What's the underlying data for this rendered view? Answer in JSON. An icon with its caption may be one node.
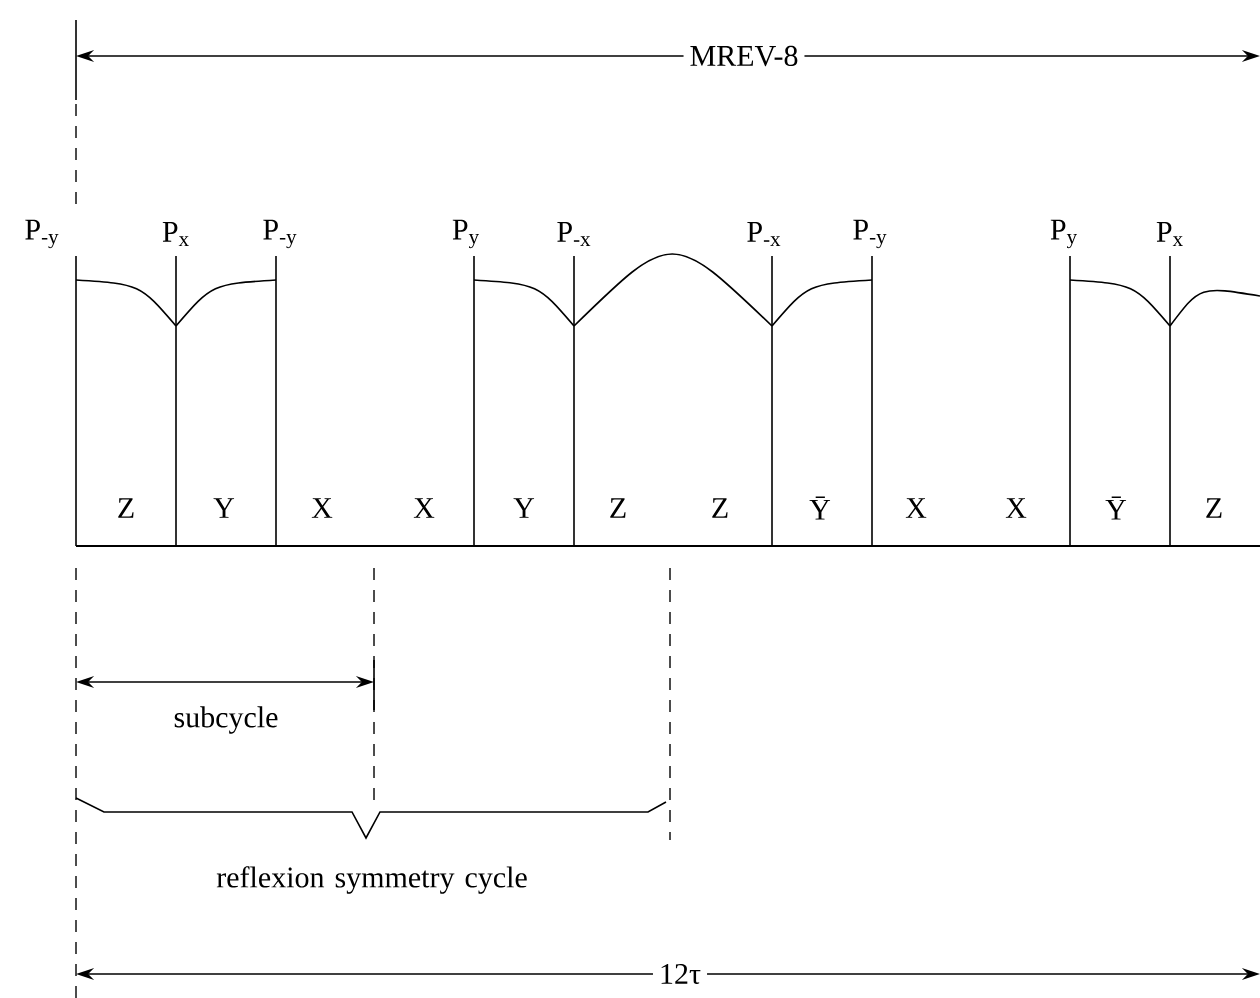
{
  "diagram": {
    "labels": [
      "MREV-8",
      "P$_{-y}$",
      "P$_{x}$",
      "P$_{-y}$",
      "P$_{y}$",
      "P$_{-x}$",
      "P$_{-x}$",
      "P$_{-y}$",
      "P$_{y}$",
      "P$_{x}$",
      "Z",
      "Y",
      "X",
      "X",
      "Y",
      "Z",
      "Z",
      "Ȳ",
      "X",
      "X",
      "Ȳ",
      "Z",
      "subcycle",
      "reflexion symmetry cycle",
      "12τ"
    ]
  }
}
